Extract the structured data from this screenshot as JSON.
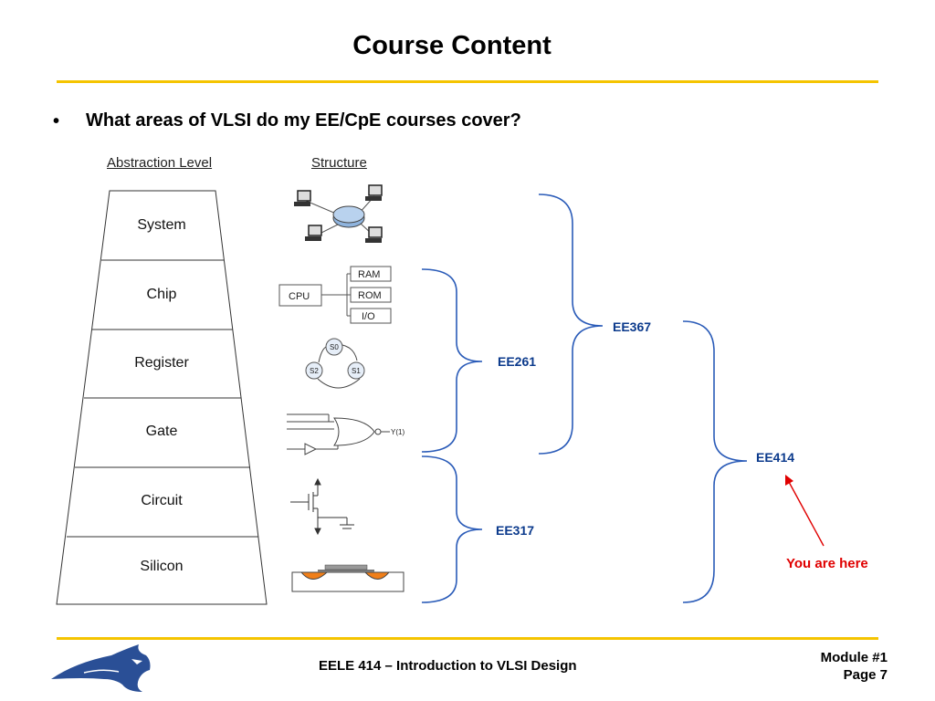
{
  "slide": {
    "title": "Course Content",
    "bullet": "•",
    "question": "What areas of VLSI do my EE/CpE courses cover?"
  },
  "headers": {
    "abstraction": "Abstraction Level",
    "structure": "Structure"
  },
  "levels": [
    "System",
    "Chip",
    "Register",
    "Gate",
    "Circuit",
    "Silicon"
  ],
  "structure_labels": {
    "cpu": "CPU",
    "ram": "RAM",
    "rom": "ROM",
    "io": "I/O",
    "s0": "S0",
    "s1": "S1",
    "s2": "S2",
    "gate_out": "Y(1)"
  },
  "courses": {
    "ee261": "EE261",
    "ee317": "EE317",
    "ee367": "EE367",
    "ee414": "EE414"
  },
  "annotation": "You are here",
  "footer": {
    "course_title": "EELE 414 – Introduction to VLSI Design",
    "module": "Module #1",
    "page": "Page 7"
  },
  "colors": {
    "accent_rule": "#f5c400",
    "brace": "#2a5bb8",
    "course_label": "#0b3a8c",
    "annotation": "#e00000",
    "logo": "#2a4f96"
  }
}
